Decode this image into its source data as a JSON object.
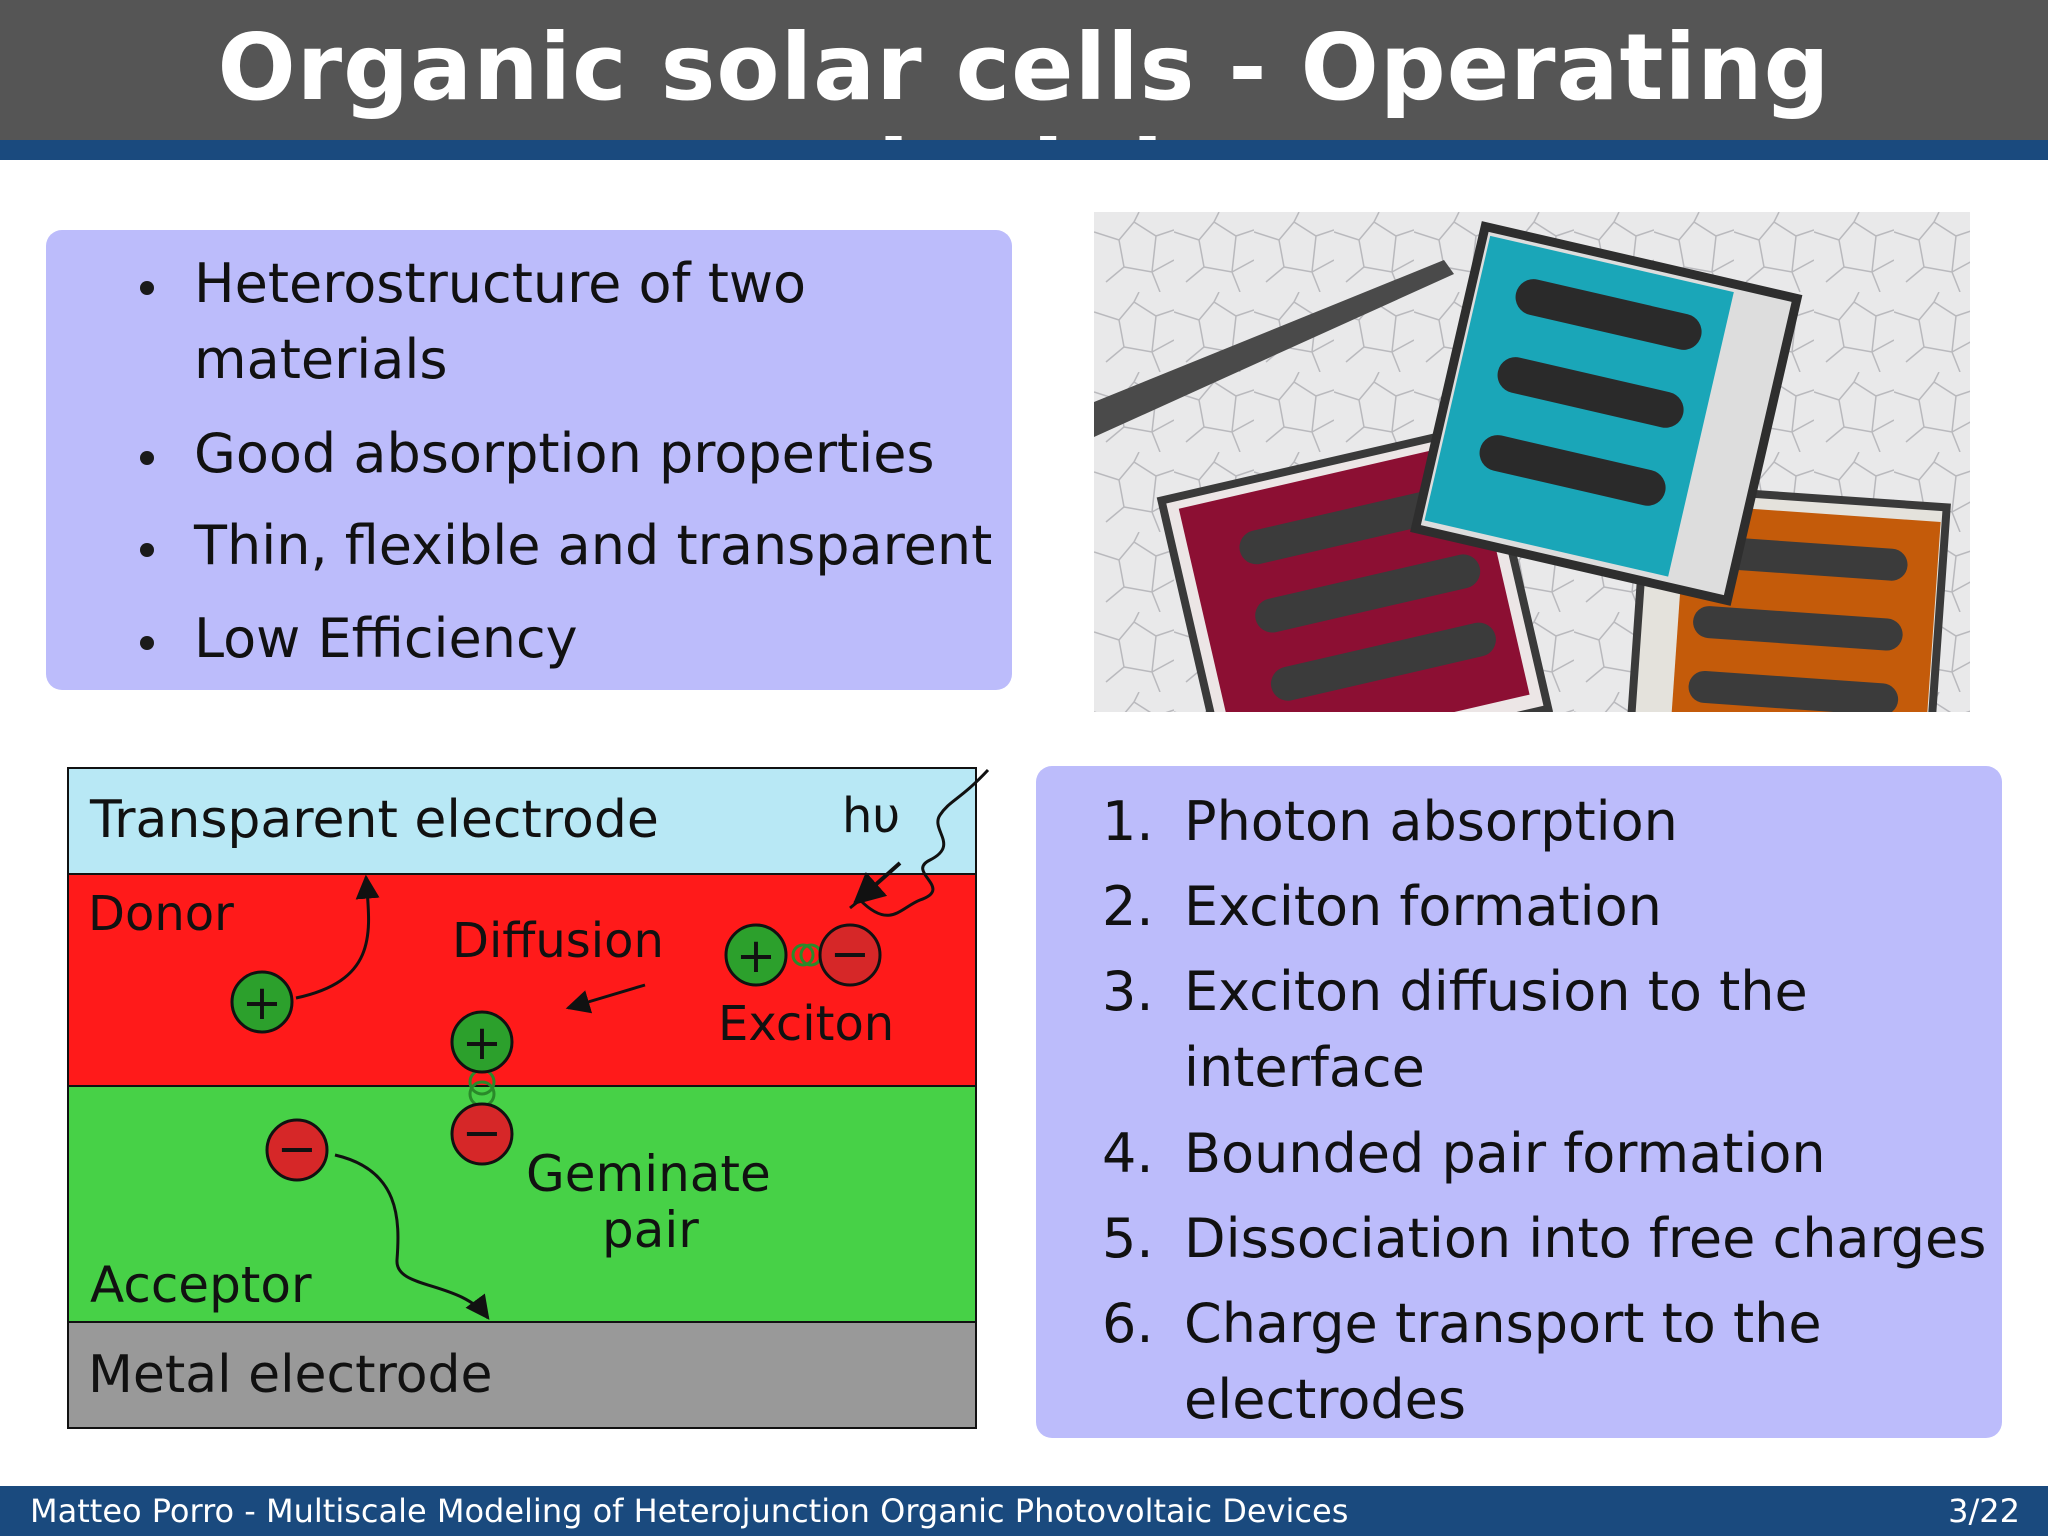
{
  "header": {
    "title": "Organic solar cells - Operating principles"
  },
  "features": [
    "Heterostructure of two",
    "materials",
    "Good absorption properties",
    "Thin, flexible and transparent",
    "Low Efficiency"
  ],
  "diagram": {
    "transparent_electrode": "Transparent electrode",
    "photon": "hυ",
    "donor": "Donor",
    "diffusion": "Diffusion",
    "exciton": "Exciton",
    "geminate_1": "Geminate",
    "geminate_2": "pair",
    "acceptor": "Acceptor",
    "metal_electrode": "Metal electrode",
    "plus": "+",
    "minus": "−"
  },
  "steps": [
    {
      "num": "1.",
      "lines": [
        "Photon absorption"
      ]
    },
    {
      "num": "2.",
      "lines": [
        "Exciton formation"
      ]
    },
    {
      "num": "3.",
      "lines": [
        "Exciton diffusion to the",
        "interface"
      ]
    },
    {
      "num": "4.",
      "lines": [
        "Bounded pair formation"
      ]
    },
    {
      "num": "5.",
      "lines": [
        "Dissociation into free charges"
      ]
    },
    {
      "num": "6.",
      "lines": [
        "Charge transport to the",
        "electrodes"
      ]
    }
  ],
  "footer": {
    "left": "Matteo Porro - Multiscale Modeling of Heterojunction Organic Photovoltaic Devices",
    "right": "3/22"
  },
  "colors": {
    "title_bar": "#555555",
    "accent_blue": "#1a4a7e",
    "box_fill": "#bcbcfb",
    "electrode_top": "#b8e8f5",
    "donor": "#ff1a1a",
    "acceptor": "#47d147",
    "metal": "#999999",
    "hole": "#2ca02c",
    "electron": "#d62728"
  }
}
